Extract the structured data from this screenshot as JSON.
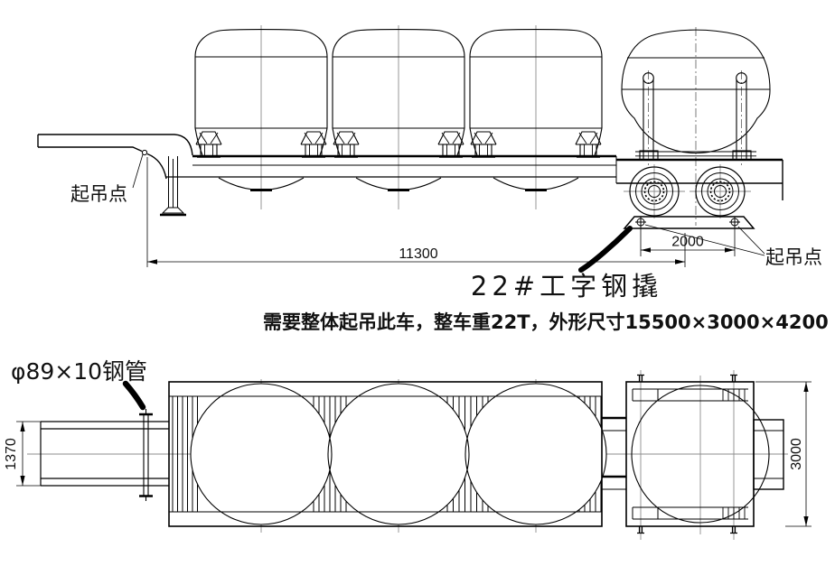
{
  "drawing": {
    "side_view": {
      "lift_point_left": "起吊点",
      "lift_point_right": "起吊点",
      "overall_length_dim": "11300",
      "skid_spacing_dim": "2000",
      "skid_label": "22#工字钢撬"
    },
    "note": "需要整体起吊此车，整车重22T，外形尺寸15500×3000×4200",
    "plan_view": {
      "pipe_label": "φ89×10钢管",
      "drawbar_width_dim": "1370",
      "overall_width_dim": "3000"
    },
    "colors": {
      "line": "#000000",
      "centerline": "#8c8c8c",
      "background": "#ffffff"
    }
  }
}
